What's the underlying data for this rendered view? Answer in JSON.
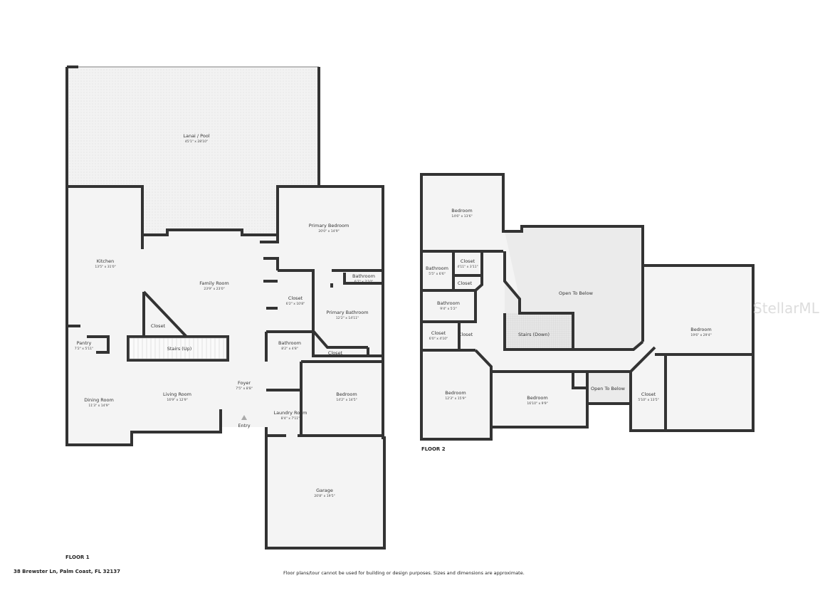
{
  "floor1": {
    "label": "FLOOR 1",
    "rooms": [
      {
        "name": "Lanai / Pool",
        "dim": "45'1\" x 28'10\""
      },
      {
        "name": "Kitchen",
        "dim": "13'5\" x 31'0\""
      },
      {
        "name": "Family Room",
        "dim": "23'9\" x 23'0\""
      },
      {
        "name": "Primary Bedroom",
        "dim": "20'0\" x 14'9\""
      },
      {
        "name": "Bathroom",
        "dim": "6'7\" x 2'10\""
      },
      {
        "name": "Closet",
        "dim": "6'2\" x 10'8\""
      },
      {
        "name": "Primary Bathroom",
        "dim": "12'2\" x 14'11\""
      },
      {
        "name": "Closet",
        "dim": ""
      },
      {
        "name": "Pantry",
        "dim": "7'2\" x 5'11\""
      },
      {
        "name": "Stairs (Up)",
        "dim": ""
      },
      {
        "name": "Bathroom",
        "dim": "8'2\" x 4'8\""
      },
      {
        "name": "Closet",
        "dim": ""
      },
      {
        "name": "Foyer",
        "dim": "7'5\" x 8'8\""
      },
      {
        "name": "Dining Room",
        "dim": "11'3\" x 14'9\""
      },
      {
        "name": "Living Room",
        "dim": "16'9\" x 12'9\""
      },
      {
        "name": "Bedroom",
        "dim": "14'2\" x 14'5\""
      },
      {
        "name": "Laundry Room",
        "dim": "8'4\" x 7'11\""
      },
      {
        "name": "Garage",
        "dim": "20'8\" x 19'5\""
      }
    ],
    "entry_label": "Entry"
  },
  "floor2": {
    "label": "FLOOR 2",
    "rooms": [
      {
        "name": "Bedroom",
        "dim": "14'6\" x 13'6\""
      },
      {
        "name": "Closet",
        "dim": "4'11\" x 3'11\""
      },
      {
        "name": "Bathroom",
        "dim": "5'5\" x 6'6\""
      },
      {
        "name": "Closet",
        "dim": ""
      },
      {
        "name": "Open To Below",
        "dim": ""
      },
      {
        "name": "Bathroom",
        "dim": "9'4\" x 5'2\""
      },
      {
        "name": "Closet",
        "dim": "6'0\" x 4'10\""
      },
      {
        "name": "Closet",
        "dim": ""
      },
      {
        "name": "Stairs (Down)",
        "dim": ""
      },
      {
        "name": "Bedroom",
        "dim": "19'6\" x 29'4\""
      },
      {
        "name": "Bedroom",
        "dim": "12'3\" x 15'9\""
      },
      {
        "name": "Bedroom",
        "dim": "16'10\" x 9'9\""
      },
      {
        "name": "Open To Below",
        "dim": ""
      },
      {
        "name": "Closet",
        "dim": "5'10\" x 13'5\""
      }
    ]
  },
  "footer": {
    "address": "38 Brewster Ln, Palm Coast, FL 32137",
    "disclaimer": "Floor plans/tour cannot be used for building or design purposes. Sizes and dimensions are approximate."
  },
  "watermark": "StellarMLS",
  "colors": {
    "wall": "#333333",
    "floor": "#f4f4f4",
    "open_below": "#ebebeb"
  }
}
